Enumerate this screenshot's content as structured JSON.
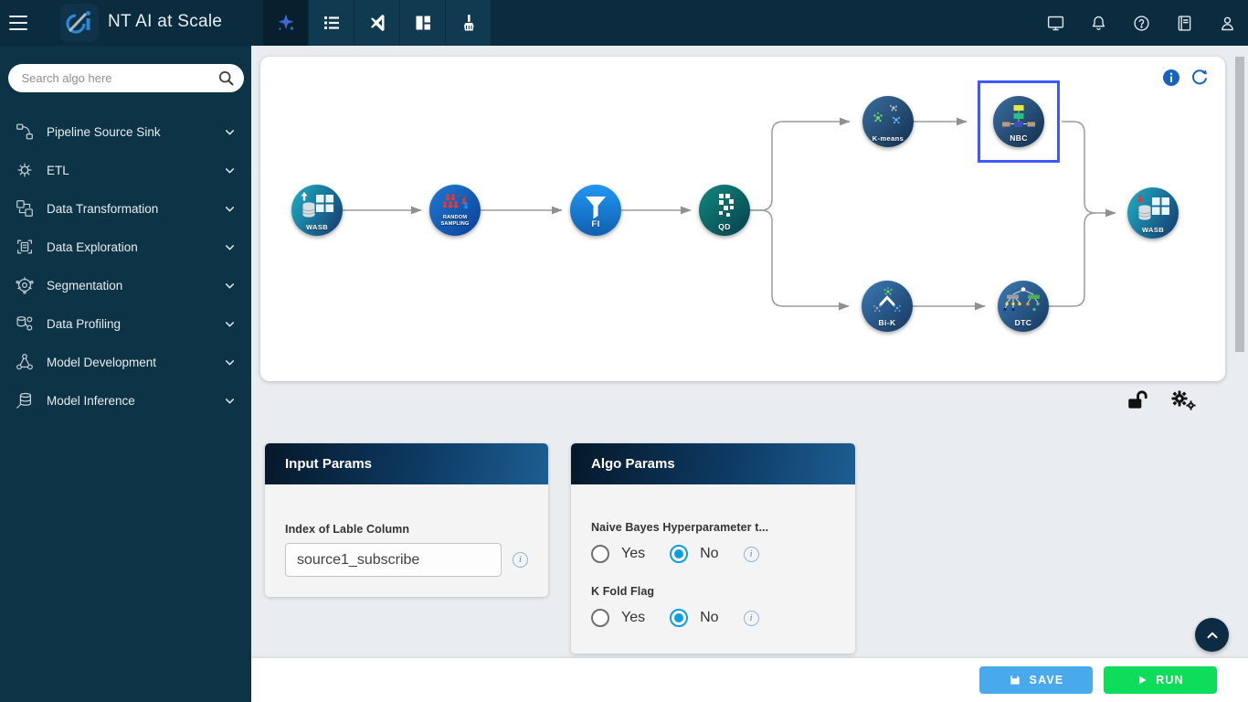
{
  "app": {
    "title": "NT AI at Scale"
  },
  "header": {
    "toolbar": [
      {
        "icon": "ai-spark-icon",
        "active": true
      },
      {
        "icon": "list-icon",
        "active": false
      },
      {
        "icon": "run-flag-icon",
        "active": false
      },
      {
        "icon": "layout-icon",
        "active": false
      },
      {
        "icon": "broom-icon",
        "active": false
      }
    ],
    "right_icons": [
      "display-icon",
      "notifications-bell-icon",
      "help-icon",
      "docs-book-icon",
      "profile-icon"
    ]
  },
  "sidebar": {
    "search_placeholder": "Search algo here",
    "items": [
      {
        "label": "Pipeline Source Sink",
        "icon": "pipeline-source-sink-icon"
      },
      {
        "label": "ETL",
        "icon": "etl-gear-icon"
      },
      {
        "label": "Data Transformation",
        "icon": "data-transformation-icon"
      },
      {
        "label": "Data Exploration",
        "icon": "data-exploration-icon"
      },
      {
        "label": "Segmentation",
        "icon": "segmentation-icon"
      },
      {
        "label": "Data Profiling",
        "icon": "data-profiling-icon"
      },
      {
        "label": "Model Development",
        "icon": "model-development-icon"
      },
      {
        "label": "Model Inference",
        "icon": "model-inference-icon"
      }
    ]
  },
  "pipeline": {
    "nodes": [
      {
        "label": "WASB",
        "type": "wasb-source"
      },
      {
        "label": "RANDOM SAMPLING",
        "type": "random-sampling"
      },
      {
        "label": "FI",
        "type": "filter"
      },
      {
        "label": "QD",
        "type": "qd"
      },
      {
        "label": "K-means",
        "type": "kmeans"
      },
      {
        "label": "NBC",
        "type": "naive-bayes",
        "selected": true
      },
      {
        "label": "Bi-K",
        "type": "bisecting-kmeans"
      },
      {
        "label": "DTC",
        "type": "decision-tree"
      },
      {
        "label": "WASB",
        "type": "wasb-sink"
      }
    ]
  },
  "panels": {
    "input_params": {
      "title": "Input Params",
      "label_column": {
        "label": "Index of Lable Column",
        "value": "source1_subscribe"
      }
    },
    "algo_params": {
      "title": "Algo Params",
      "fields": [
        {
          "label": "Naive Bayes Hyperparameter t...",
          "yes": "Yes",
          "no": "No",
          "selected": "No"
        },
        {
          "label": "K Fold Flag",
          "yes": "Yes",
          "no": "No",
          "selected": "No"
        }
      ]
    }
  },
  "footer": {
    "save": "SAVE",
    "run": "RUN"
  },
  "colors": {
    "header_bg": "#0a2c3e",
    "sidebar_bg": "#0c3346",
    "content_bg": "#e9edf0",
    "panel_header_gradient_start": "#06182a",
    "panel_header_gradient_end": "#1d5e92",
    "save_button": "#49a9ed",
    "run_button": "#0edd5b",
    "selection_border": "#3d5afe",
    "radio_checked": "#0d9de4",
    "accent_blue": "#1565c0"
  }
}
